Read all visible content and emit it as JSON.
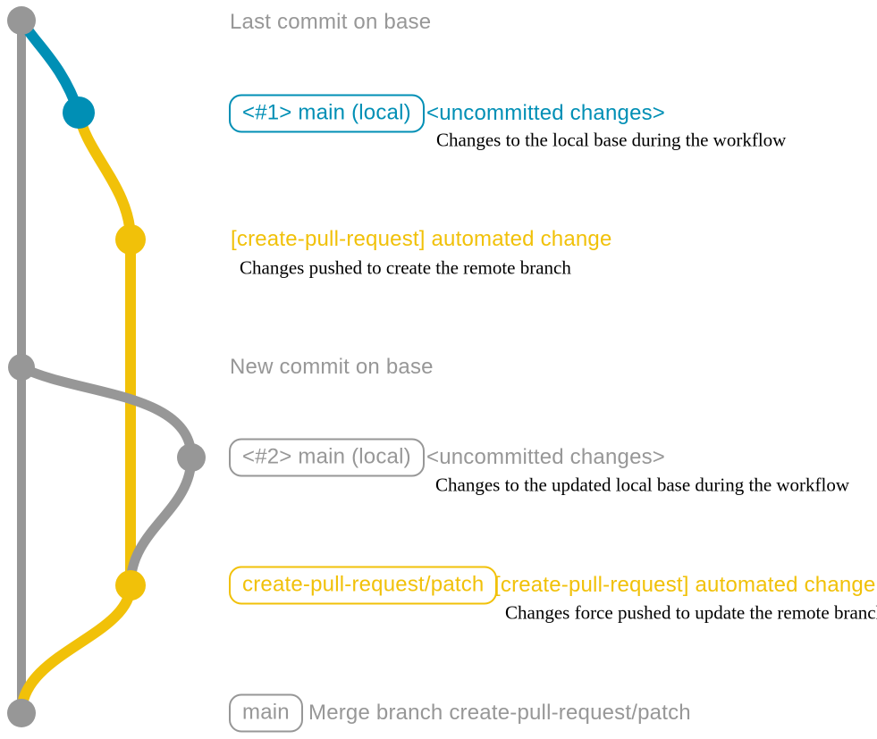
{
  "colors": {
    "gray": "#979797",
    "blue": "#008fb5",
    "yellow": "#f1c109",
    "ink": "#000000"
  },
  "graph": {
    "branches": [
      {
        "name": "base",
        "color": "gray"
      },
      {
        "name": "main (local)",
        "color": "blue"
      },
      {
        "name": "create-pull-request/patch",
        "color": "yellow"
      }
    ],
    "commit_dots": [
      "last-commit-on-base",
      "main-local-1",
      "automated-change-1",
      "new-commit-on-base",
      "main-local-2",
      "automated-change-2",
      "merge-commit"
    ]
  },
  "rows": [
    {
      "message": "Last commit on base"
    },
    {
      "label": "<#1> main (local)",
      "message": "<uncommitted changes>",
      "detail": "Changes to the local base during the workflow"
    },
    {
      "message": "[create-pull-request] automated change",
      "detail": "Changes pushed to create the remote branch"
    },
    {
      "message": "New commit on base"
    },
    {
      "label": "<#2> main (local)",
      "message": "<uncommitted changes>",
      "detail": "Changes to the updated local base during the workflow"
    },
    {
      "label": "create-pull-request/patch",
      "message": "[create-pull-request] automated change",
      "detail": "Changes force pushed to update the remote branch"
    },
    {
      "label": "main",
      "message": "Merge branch create-pull-request/patch"
    }
  ]
}
